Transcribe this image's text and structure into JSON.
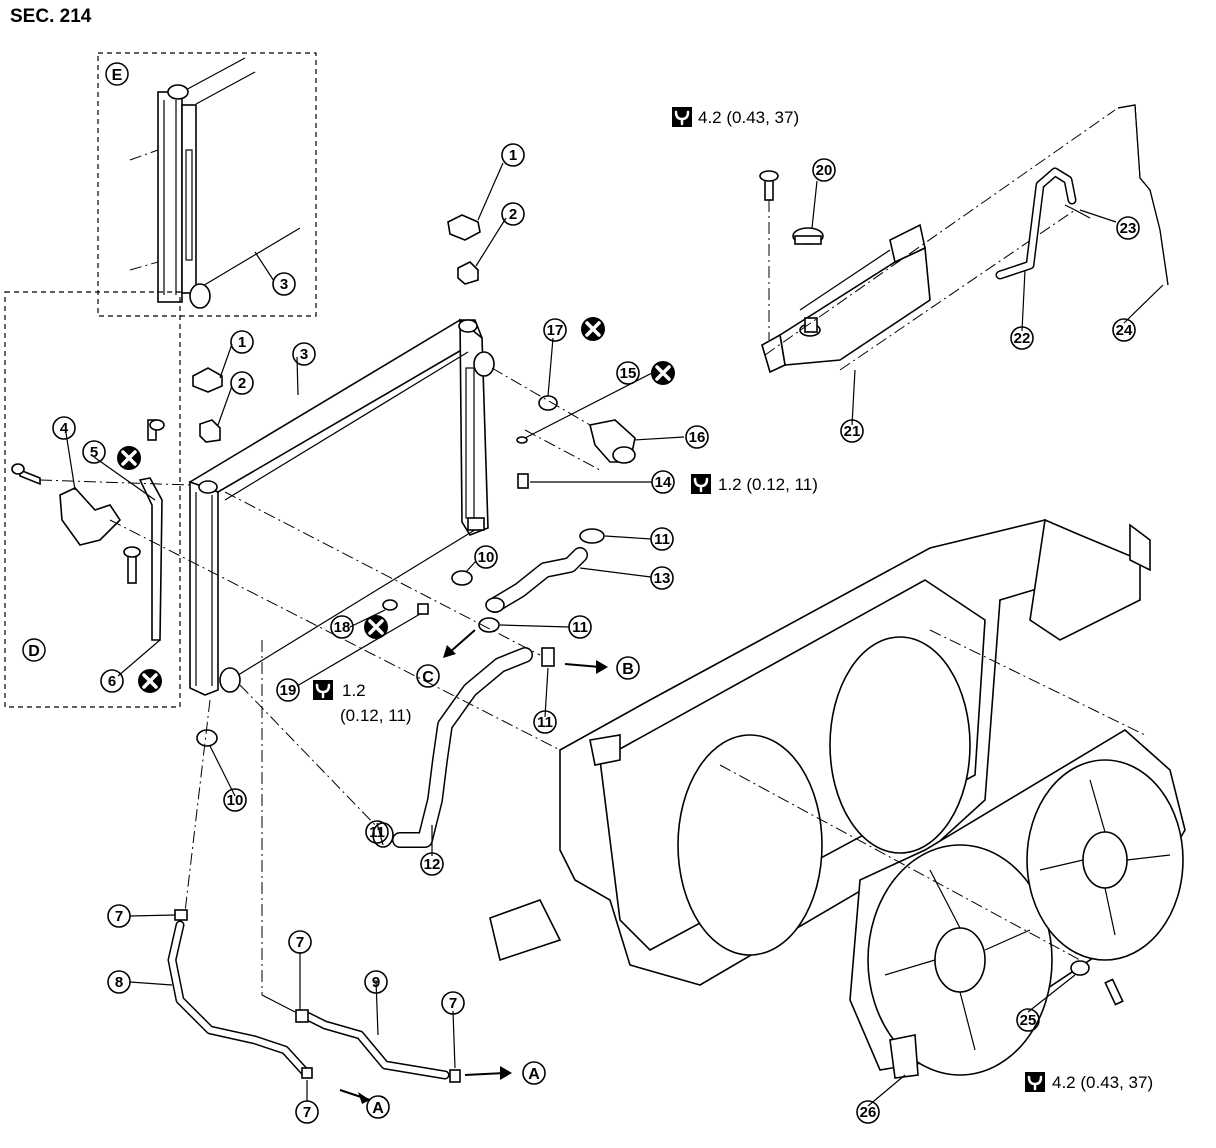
{
  "section": "SEC. 214",
  "views": {
    "detail_e": "E",
    "detail_d": "D"
  },
  "refs": {
    "a": "A",
    "b": "B",
    "c": "C"
  },
  "torque": {
    "t1": "4.2 (0.43, 37)",
    "t2": "1.2 (0.12, 11)",
    "t3_a": "1.2",
    "t3_b": "(0.12, 11)",
    "t4": "4.2 (0.43, 37)"
  },
  "parts": [
    "1",
    "2",
    "3",
    "4",
    "5",
    "6",
    "7",
    "8",
    "9",
    "10",
    "11",
    "12",
    "13",
    "14",
    "15",
    "16",
    "17",
    "18",
    "19",
    "20",
    "21",
    "22",
    "23",
    "24",
    "25",
    "26"
  ],
  "icons": {
    "torque": "torque-wrench-icon",
    "replace": "do-not-reuse-icon"
  }
}
